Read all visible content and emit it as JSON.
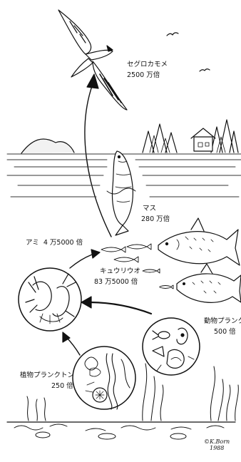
{
  "organisms": {
    "gull": {
      "name": "セグロカモメ",
      "factor": "2500 万倍"
    },
    "trout": {
      "name": "マス",
      "factor": "280 万倍"
    },
    "shrimp": {
      "name": "アミ",
      "factor": "4 万5000 倍"
    },
    "smelt": {
      "name": "キュウリウオ",
      "factor": "83 万5000 倍"
    },
    "zooplankton": {
      "name": "動物プランク",
      "factor": "500 倍"
    },
    "phytoplankton": {
      "name": "植物プランクトン",
      "factor": "250 倍"
    }
  },
  "signature": {
    "name": "K.Born",
    "year": "1988"
  },
  "colors": {
    "ink": "#111111",
    "paper": "#ffffff",
    "water_line": "#333333"
  }
}
